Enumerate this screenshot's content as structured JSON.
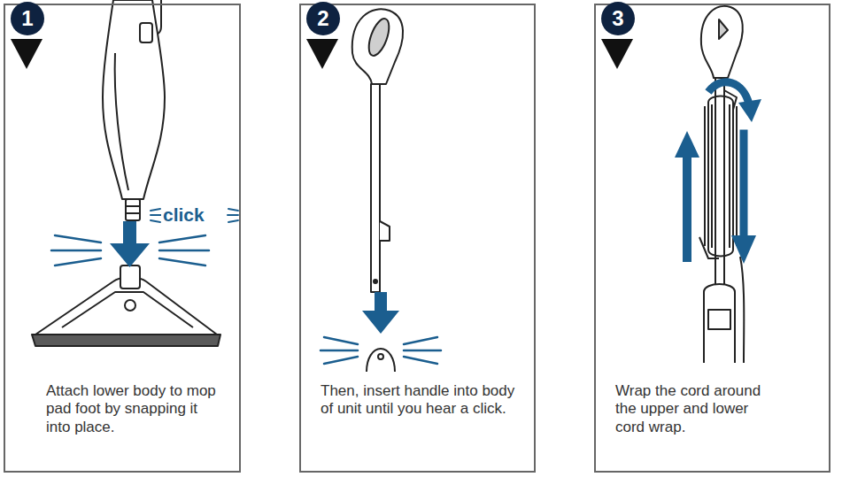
{
  "diagram": {
    "nodes": [
      {
        "text": [
          "Attach lower body to mop pad foot by snapping it into place."
        ]
      },
      {
        "text": [
          "1"
        ],
        "in": 0
      },
      {
        "text": [
          "Then, insert handle into body of unit until you hear a click."
        ]
      },
      {
        "text": [
          "2"
        ],
        "in": 2
      },
      {
        "text": [
          "Wrap the cord around the upper and lower cord wrap."
        ]
      },
      {
        "text": [
          "3"
        ],
        "in": 4
      }
    ],
    "labels": [
      "click"
    ]
  }
}
